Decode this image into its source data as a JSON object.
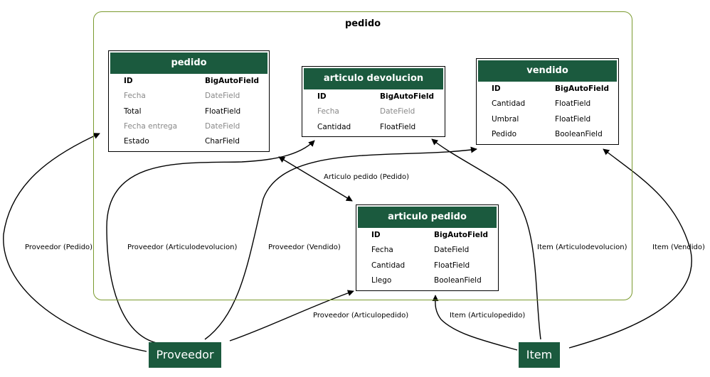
{
  "cluster": {
    "title": "pedido"
  },
  "models": {
    "pedido": {
      "title": "pedido",
      "fields": [
        {
          "name": "ID",
          "type": "BigAutoField",
          "style": "pk"
        },
        {
          "name": "Fecha",
          "type": "DateField",
          "style": "muted"
        },
        {
          "name": "Total",
          "type": "FloatField",
          "style": "normal"
        },
        {
          "name": "Fecha entrega",
          "type": "DateField",
          "style": "muted"
        },
        {
          "name": "Estado",
          "type": "CharField",
          "style": "normal"
        }
      ]
    },
    "articulo_devolucion": {
      "title": "articulo devolucion",
      "fields": [
        {
          "name": "ID",
          "type": "BigAutoField",
          "style": "pk"
        },
        {
          "name": "Fecha",
          "type": "DateField",
          "style": "muted"
        },
        {
          "name": "Cantidad",
          "type": "FloatField",
          "style": "normal"
        }
      ]
    },
    "vendido": {
      "title": "vendido",
      "fields": [
        {
          "name": "ID",
          "type": "BigAutoField",
          "style": "pk"
        },
        {
          "name": "Cantidad",
          "type": "FloatField",
          "style": "normal"
        },
        {
          "name": "Umbral",
          "type": "FloatField",
          "style": "normal"
        },
        {
          "name": "Pedido",
          "type": "BooleanField",
          "style": "normal"
        }
      ]
    },
    "articulo_pedido": {
      "title": "articulo pedido",
      "fields": [
        {
          "name": "ID",
          "type": "BigAutoField",
          "style": "pk"
        },
        {
          "name": "Fecha",
          "type": "DateField",
          "style": "normal"
        },
        {
          "name": "Cantidad",
          "type": "FloatField",
          "style": "normal"
        },
        {
          "name": "Llego",
          "type": "BooleanField",
          "style": "normal"
        }
      ]
    }
  },
  "external": {
    "proveedor": {
      "label": "Proveedor"
    },
    "item": {
      "label": "Item"
    }
  },
  "edges": {
    "prov_pedido": "Proveedor (Pedido)",
    "prov_artdev": "Proveedor (Articulodevolucion)",
    "prov_vendido": "Proveedor (Vendido)",
    "prov_artped": "Proveedor (Articulopedido)",
    "artped_pedido": "Articulo pedido (Pedido)",
    "item_artdev": "Item (Articulodevolucion)",
    "item_vendido": "Item (Vendido)",
    "item_artped": "Item (Articulopedido)"
  },
  "colors": {
    "header": "#1b5a3e",
    "cluster_border": "#7a9a2e",
    "muted_text": "#888888"
  }
}
